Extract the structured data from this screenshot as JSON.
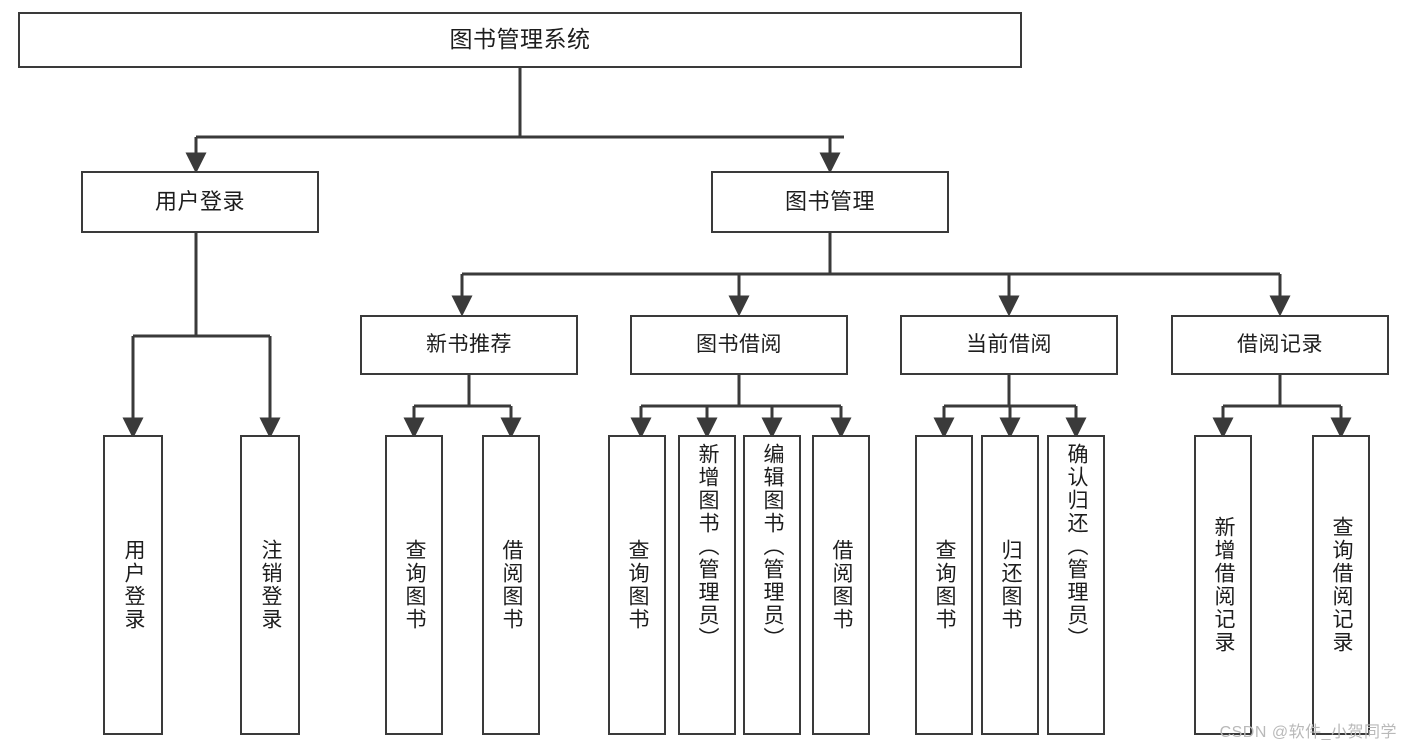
{
  "diagram": {
    "title": "图书管理系统",
    "type": "functional-structure-tree",
    "root": {
      "label": "图书管理系统"
    },
    "level2": [
      {
        "id": "user-login",
        "label": "用户登录"
      },
      {
        "id": "book-manage",
        "label": "图书管理"
      }
    ],
    "level3": [
      {
        "id": "new-book-recommend",
        "label": "新书推荐",
        "parent": "book-manage"
      },
      {
        "id": "book-borrow",
        "label": "图书借阅",
        "parent": "book-manage"
      },
      {
        "id": "current-borrow",
        "label": "当前借阅",
        "parent": "book-manage"
      },
      {
        "id": "borrow-record",
        "label": "借阅记录",
        "parent": "book-manage"
      }
    ],
    "leaves": {
      "user_login": [
        {
          "id": "leaf-user-login",
          "label": "用户登录"
        },
        {
          "id": "leaf-logout-login",
          "label": "注销登录"
        }
      ],
      "new_book_recommend": [
        {
          "id": "leaf-query-book-1",
          "label": "查询图书"
        },
        {
          "id": "leaf-borrow-book-1",
          "label": "借阅图书"
        }
      ],
      "book_borrow": [
        {
          "id": "leaf-query-book-2",
          "label": "查询图书"
        },
        {
          "id": "leaf-add-book",
          "label": "新增图书（管理员）"
        },
        {
          "id": "leaf-edit-book",
          "label": "编辑图书（管理员）"
        },
        {
          "id": "leaf-borrow-book-2",
          "label": "借阅图书"
        }
      ],
      "current_borrow": [
        {
          "id": "leaf-query-book-3",
          "label": "查询图书"
        },
        {
          "id": "leaf-return-book",
          "label": "归还图书"
        },
        {
          "id": "leaf-confirm-return",
          "label": "确认归还（管理员）"
        }
      ],
      "borrow_record": [
        {
          "id": "leaf-add-borrow-record",
          "label": "新增借阅记录"
        },
        {
          "id": "leaf-query-borrow-record",
          "label": "查询借阅记录"
        }
      ]
    },
    "colors": {
      "box_border": "#3a3a3a",
      "box_fill": "#ffffff",
      "connector": "#3a3a3a",
      "text": "#1d1d1d",
      "watermark": "#b9b9b9"
    }
  },
  "watermark": {
    "text": "CSDN @软件_小贺同学"
  }
}
